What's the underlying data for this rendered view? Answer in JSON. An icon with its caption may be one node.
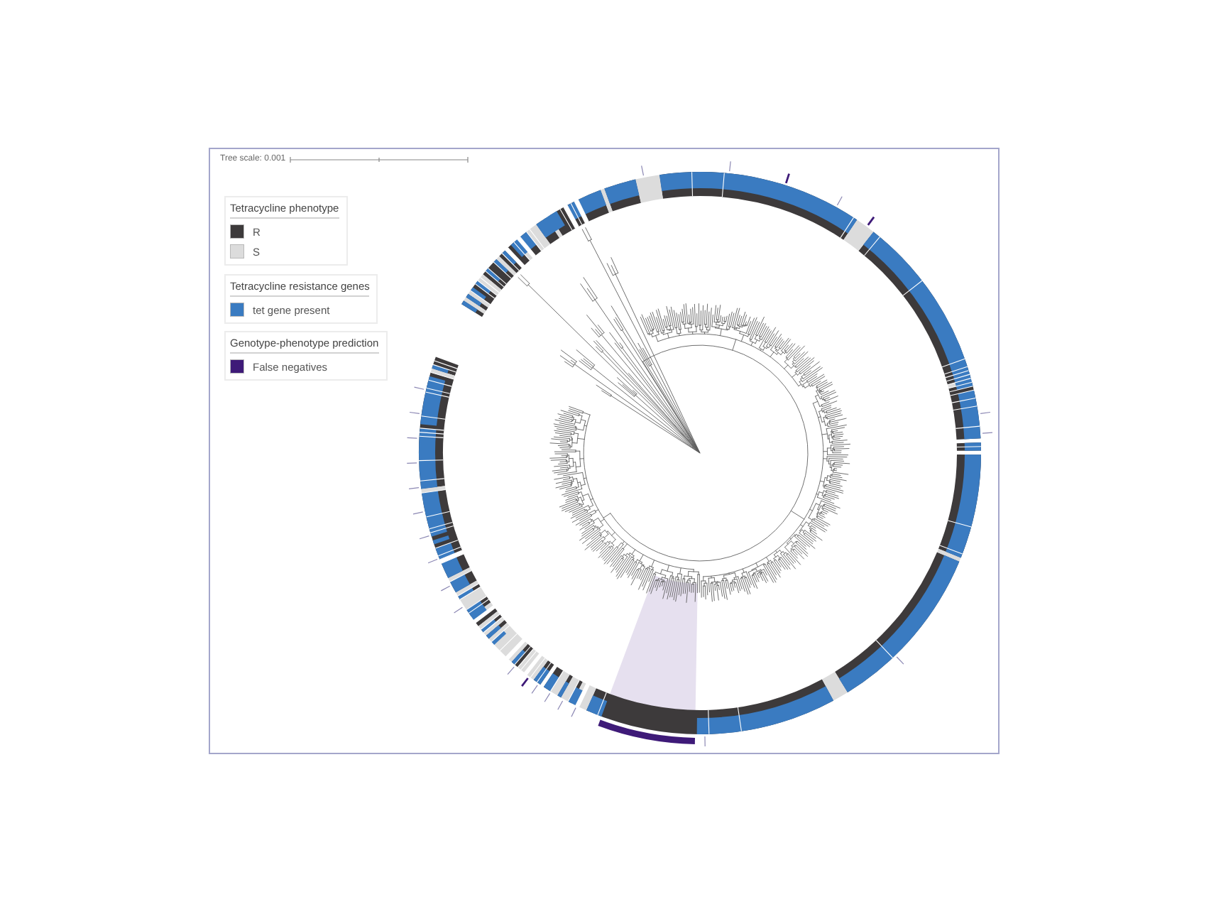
{
  "diagram": {
    "labels": [
      "Tree scale: 0.001",
      "Tetracycline phenotype",
      "Tetracycline resistance genes",
      "Genotype-phenotype prediction"
    ],
    "legend": [
      {
        "text": "R",
        "color": "#3d3a3b"
      },
      {
        "text": "S",
        "color": "#dcdcdc"
      },
      {
        "text": "tet gene present",
        "color": "#3a7bc1"
      },
      {
        "text": "False negatives",
        "color": "#3e1a78"
      }
    ]
  }
}
